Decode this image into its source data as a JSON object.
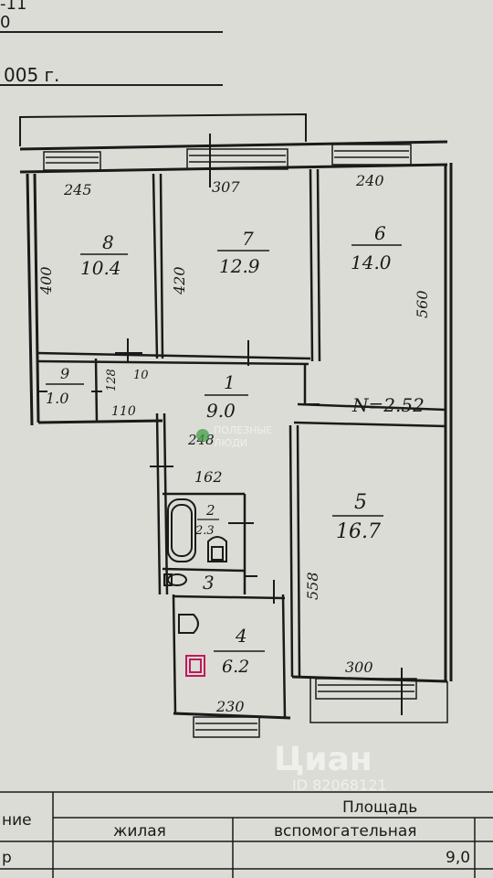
{
  "header": {
    "line1": "-11",
    "line2": "0",
    "line3": "005 г."
  },
  "rooms": [
    {
      "num": "8",
      "area": "10.4"
    },
    {
      "num": "7",
      "area": "12.9"
    },
    {
      "num": "6",
      "area": "14.0"
    },
    {
      "num": "9",
      "area": "1.0"
    },
    {
      "num": "1",
      "area": "9.0"
    },
    {
      "num": "5",
      "area": "16.7"
    },
    {
      "num": "2",
      "area": "2.3"
    },
    {
      "num": "3",
      "area": ""
    },
    {
      "num": "4",
      "area": "6.2"
    }
  ],
  "dimensions": {
    "d245": "245",
    "d307": "307",
    "d240": "240",
    "d400": "400",
    "d420": "420",
    "d560": "560",
    "d128": "128",
    "d10": "10",
    "d110": "110",
    "d248": "248",
    "d162": "162",
    "d558": "558",
    "d300": "300",
    "d230": "230"
  },
  "north_mark": "N=2.52",
  "watermarks": {
    "poleznye_1": "ПОЛЕЗНЫЕ",
    "poleznye_2": "ЛЮДИ",
    "cian": "Циан",
    "id": "ID 82068121"
  },
  "table": {
    "col1_header": "ние",
    "area_header": "Площадь",
    "living_header": "жилая",
    "aux_header": "вспомогательная",
    "row1_label": "р",
    "row1_value": "9,0"
  }
}
